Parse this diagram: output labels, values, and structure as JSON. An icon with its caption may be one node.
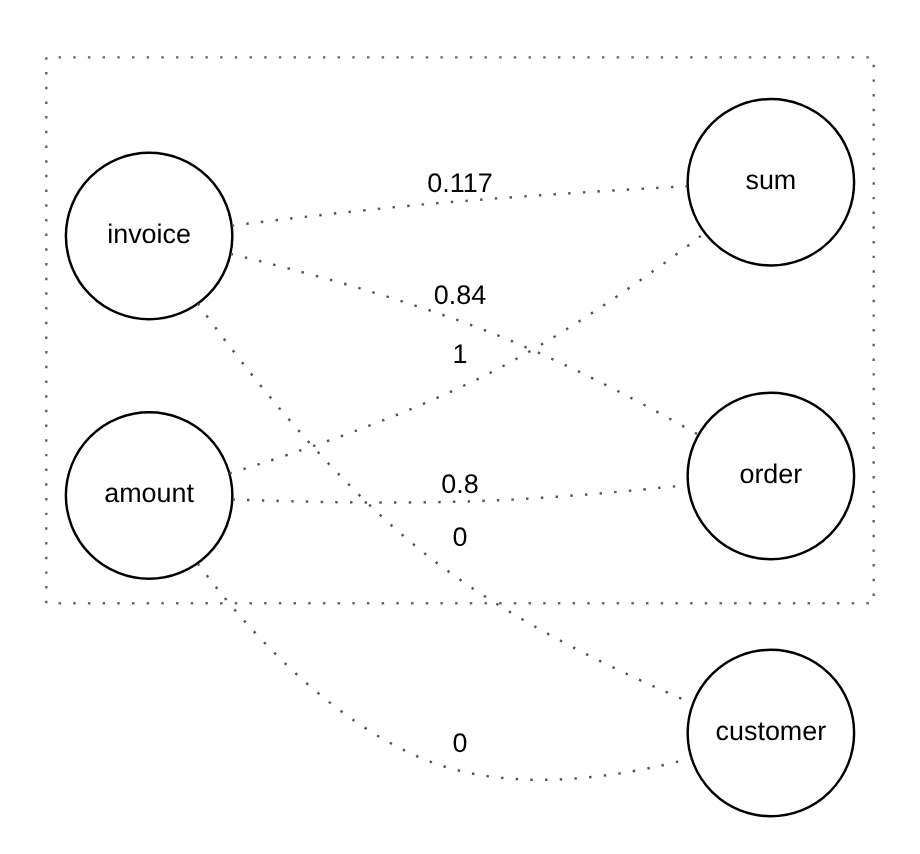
{
  "diagram": {
    "nodes": [
      {
        "text": [
          "customer"
        ]
      },
      {
        "text": [],
        "shape": "box"
      },
      {
        "text": [
          "invoice"
        ],
        "in": 1
      },
      {
        "text": [
          "amount"
        ],
        "in": 1
      },
      {
        "text": [
          "order"
        ],
        "in": 1
      },
      {
        "text": [
          "sum"
        ],
        "in": 1
      }
    ],
    "edges": [
      {
        "from": 2,
        "to": 0,
        "arrow": "none",
        "label": "0"
      },
      {
        "from": 3,
        "to": 0,
        "arrow": "none",
        "label": "0"
      },
      {
        "from": 2,
        "to": 4,
        "arrow": "none",
        "label": "0.84"
      },
      {
        "from": 3,
        "to": 4,
        "arrow": "none",
        "label": "0.8"
      },
      {
        "from": 2,
        "to": 5,
        "arrow": "none",
        "label": "0.117"
      },
      {
        "from": 3,
        "to": 5,
        "arrow": "none",
        "label": "1"
      }
    ]
  }
}
